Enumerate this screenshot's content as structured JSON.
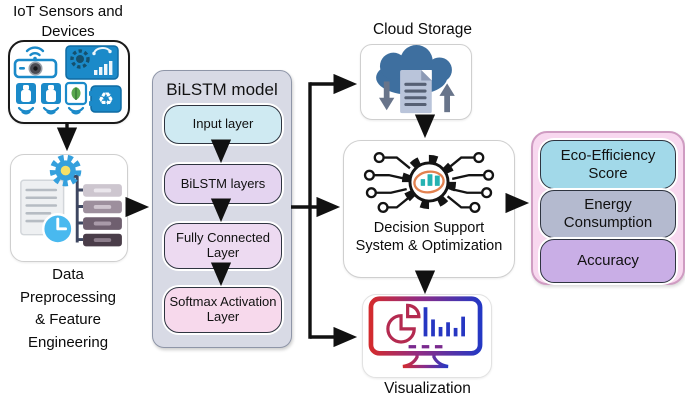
{
  "nodes": {
    "iot": {
      "label": "IoT Sensors and Devices"
    },
    "preprocessing": {
      "label": "Data Preprocessing & Feature Engineering"
    },
    "bilstm": {
      "title": "BiLSTM model",
      "layers": [
        "Input layer",
        "BiLSTM layers",
        "Fully Connected Layer",
        "Softmax Activation Layer"
      ],
      "layer_colors": [
        "#cfeaf2",
        "#e4d4f0",
        "#eddaf1",
        "#f7d9ec"
      ]
    },
    "cloud": {
      "label": "Cloud Storage"
    },
    "decision": {
      "label": "Decision Support System & Optimization"
    },
    "visualization": {
      "label": "Visualization"
    },
    "outputs": {
      "items": [
        "Eco-Efficiency Score",
        "Energy Consumption",
        "Accuracy"
      ],
      "colors": [
        "#a2d9e9",
        "#b4bacf",
        "#c9aee6"
      ],
      "panel_color": "#f8d8ef"
    }
  },
  "icons": {
    "iot": [
      "wifi-icon",
      "camera-icon",
      "monitoring-panel-icon",
      "bottle-sensor-icon",
      "leaf-sensor-icon",
      "recycle-bin-icon"
    ],
    "preprocessing": [
      "document-icon",
      "gear-icon",
      "clock-icon",
      "feature-list-icon"
    ],
    "cloud": [
      "cloud-icon",
      "file-icon",
      "download-arrow-icon",
      "upload-arrow-icon"
    ],
    "decision": [
      "gear-network-icon",
      "mini-bar-chart-icon"
    ],
    "visualization": [
      "monitor-icon",
      "pie-chart-icon",
      "bar-chart-icon"
    ],
    "recycle_glyph": "♻"
  },
  "colors": {
    "arrow": "#111111",
    "icon_blue": "#1b8ac9",
    "cloud_blue": "#3e6f9f",
    "teal": "#25b2b2",
    "orange": "#e2814f",
    "gradient_red": "#d32b2e",
    "gradient_purple": "#8e2c86",
    "gradient_blue": "#2438c4"
  }
}
